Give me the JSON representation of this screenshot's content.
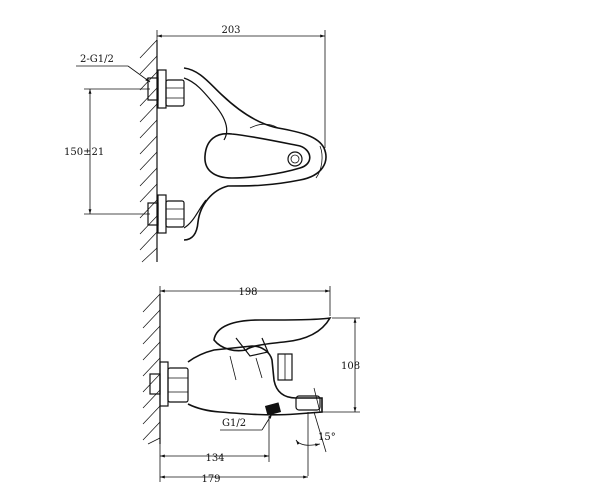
{
  "top_view": {
    "dim_overall_width": "203",
    "dim_thread_callout": "2-G1/2",
    "dim_center_distance": "150±21"
  },
  "side_view": {
    "dim_overall_width": "198",
    "dim_height": "108",
    "dim_spout_reach": "134",
    "dim_total_reach": "179",
    "dim_outlet_thread": "G1/2",
    "dim_angle": "15°"
  }
}
